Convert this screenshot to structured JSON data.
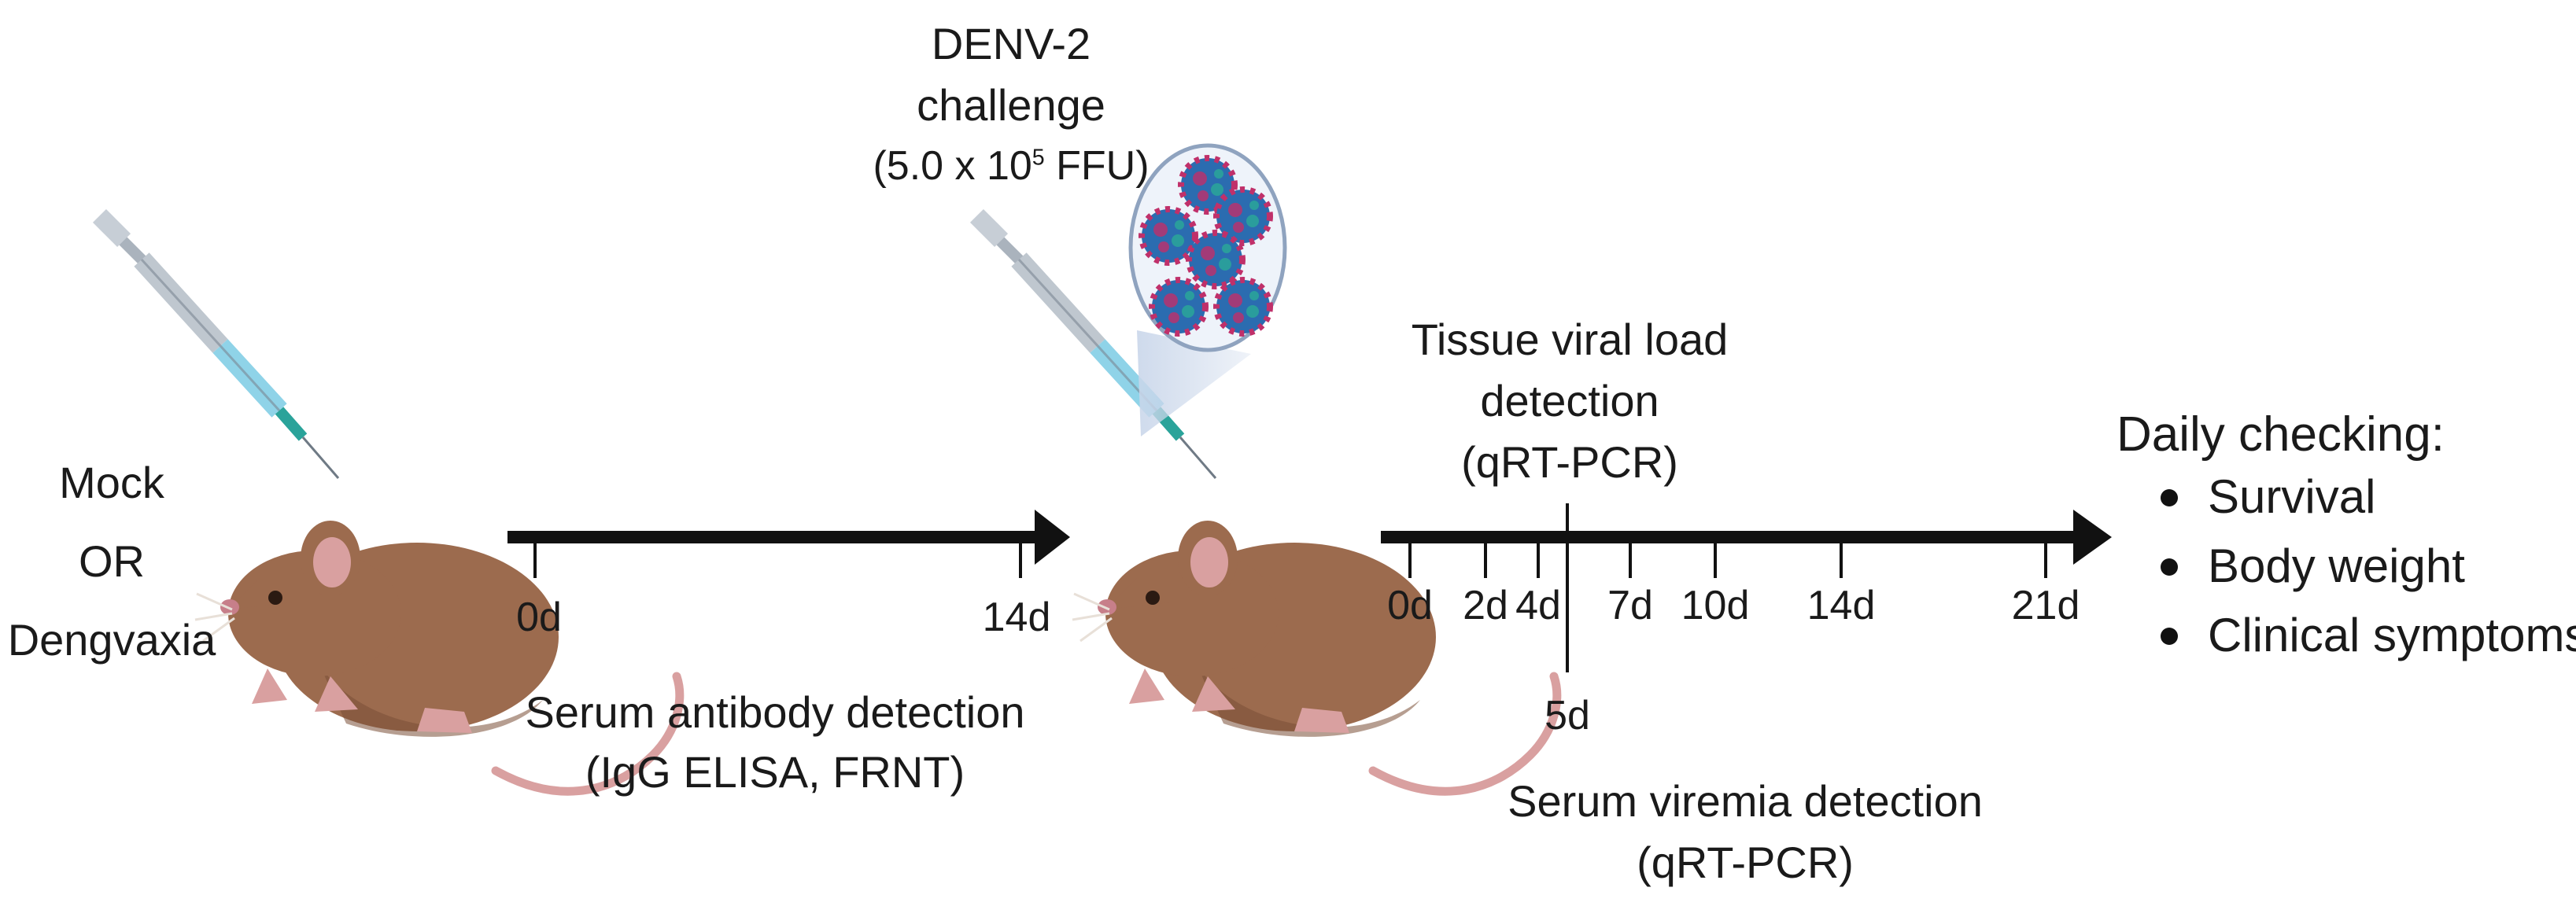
{
  "groups": {
    "line1": "Mock",
    "line2": "OR",
    "line3": "Dengvaxia"
  },
  "challenge": {
    "line1": "DENV-2",
    "line2": "challenge",
    "dose_prefix": "(5.0 x 10",
    "dose_exponent": "5",
    "dose_suffix": " FFU)"
  },
  "timeline1": {
    "ticks": [
      "0d",
      "14d"
    ],
    "caption_line1": "Serum antibody detection",
    "caption_line2": "(IgG ELISA, FRNT)"
  },
  "timeline2": {
    "ticks": [
      "0d",
      "2d",
      "4d",
      "7d",
      "10d",
      "14d",
      "21d"
    ],
    "marker": "5d",
    "tissue_line1": "Tissue viral load",
    "tissue_line2": "detection",
    "tissue_line3": "(qRT-PCR)",
    "serum_line1": "Serum viremia detection",
    "serum_line2": "(qRT-PCR)"
  },
  "daily": {
    "title": "Daily checking:",
    "items": [
      "Survival",
      "Body weight",
      "Clinical symptoms"
    ]
  },
  "colors": {
    "mouse_body": "#9c6b4e",
    "mouse_dark": "#7a4f37",
    "mouse_ear": "#d9a0a0",
    "tail": "#d9a0a0",
    "syringe_fluid": "#8fd3e8",
    "needle": "#2aa39a",
    "virus_core": "#2b6cb0",
    "virus_spikes": "#c0306a",
    "bubble_fill": "#eef3fa"
  }
}
